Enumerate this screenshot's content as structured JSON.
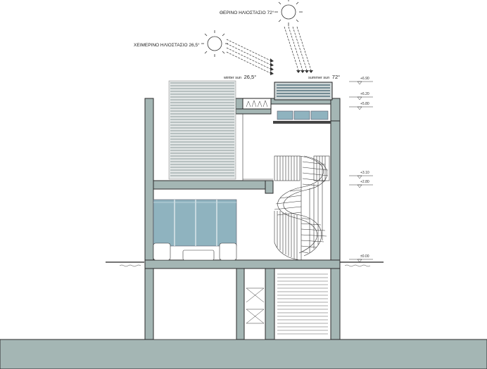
{
  "labels": {
    "summer_greek": "ΘΕΡΙΝΟ ΗΛΙΟΣΤΑΣΙΟ  72°",
    "winter_greek": "ΧΕΙΜΕΡΙΝΟ ΗΛΙΟΣΤΑΣΙΟ  26,5°",
    "winter_sun_prefix": "winter sun",
    "winter_sun_angle": "26,5°",
    "summer_sun_prefix": "summer sun",
    "summer_sun_angle": "72°"
  },
  "levels": [
    {
      "id": "lvl-690",
      "label": "+6.90"
    },
    {
      "id": "lvl-620",
      "label": "+6.20"
    },
    {
      "id": "lvl-580",
      "label": "+5.80"
    },
    {
      "id": "lvl-310",
      "label": "+3.10"
    },
    {
      "id": "lvl-280",
      "label": "+2.80"
    },
    {
      "id": "lvl-000",
      "label": "±0.00"
    }
  ],
  "colors": {
    "wall": "#a4b6b4",
    "glass": "#8fb3bf",
    "ground": "#a4b6b4",
    "line": "#2b2b2b"
  }
}
